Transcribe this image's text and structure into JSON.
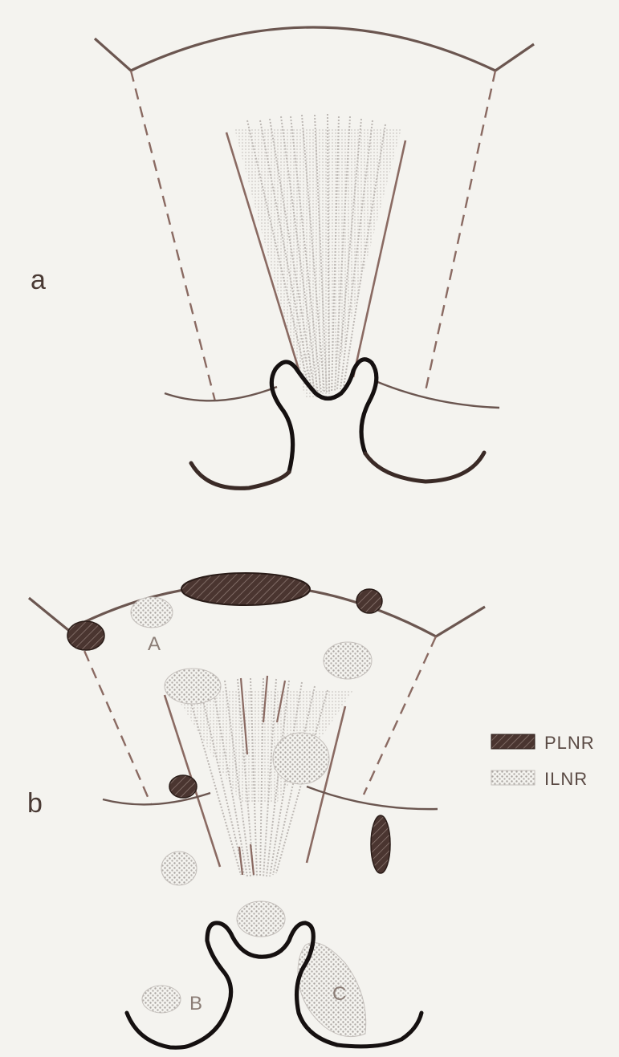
{
  "panels": [
    {
      "id": "a",
      "label": "a"
    },
    {
      "id": "b",
      "label": "b"
    }
  ],
  "regions": {
    "a": "A",
    "b": "B",
    "c": "C"
  },
  "legend": [
    {
      "label": "PLNR",
      "pattern": "hatched"
    },
    {
      "label": "ILNR",
      "pattern": "stippled"
    }
  ],
  "colors": {
    "background": "#f4f3ef",
    "outline": "#6b5650",
    "bold_outline": "#151010",
    "dark_fill": "#4a3530",
    "stipple": "#b9b4b0"
  }
}
